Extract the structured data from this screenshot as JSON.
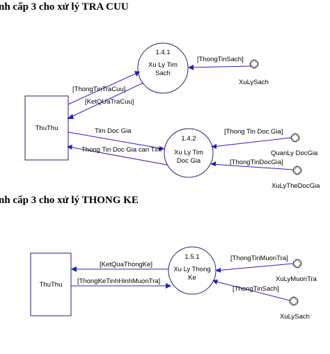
{
  "headings": {
    "tra_cuu": "nh cấp 3 cho xử lý TRA CUU",
    "thong_ke": "nh cấp 3 cho xử lý THONG KE"
  },
  "diagram1": {
    "entity": "ThuThu",
    "process1": {
      "id": "1.4.1",
      "line1": "Xu Ly Tim",
      "line2": "Sach"
    },
    "process2": {
      "id": "1.4.2",
      "line1": "Xu Ly Tim",
      "line2": "Doc Gia"
    },
    "ext_xulysach": "XuLySach",
    "ext_quanlydocgia": "QuanLy DocGia",
    "ext_xulythedocgia": "XuLyTheDocGia",
    "flows": {
      "thongtinsach": "[ThongTinSach]",
      "thongtintracuu": "[ThongTinTraCuu]",
      "ketquatracuu": "[KetQUaTraCuu]",
      "timdocgia": "Tim Doc Gia",
      "thongtindocgiacantim": "Thong Tin Doc Gia can Tim",
      "thongtindocgia_ql": "[Thong Tin Doc Gia]",
      "thongtindocgia_the": "[ThongTinDocGia]"
    }
  },
  "diagram2": {
    "entity": "ThuThu",
    "process": {
      "id": "1.5.1",
      "line1": "Xu Ly Thong",
      "line2": "Ke"
    },
    "ext_xulymuontra": "XuLyMuonTra",
    "ext_xulysach": "XuLySach",
    "flows": {
      "ketquathongke": "[KetQuaThongKe]",
      "thongketinhhinh": "[ThongKeTinhHinhMuonTra]",
      "thongtinmuontra": "[ThongTinMuonTra]",
      "thongtinsach": "[ThongTinSach]"
    }
  },
  "colors": {
    "flow": "#2020c0",
    "shape_stroke": "#1f1f7a"
  }
}
